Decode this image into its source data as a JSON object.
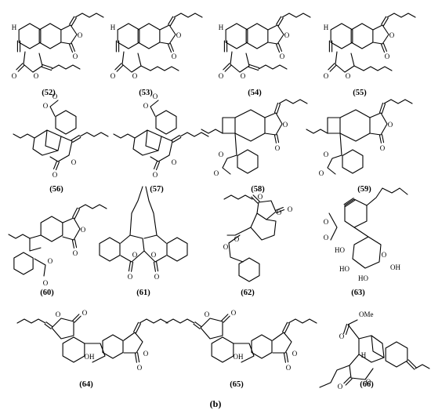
{
  "figure": {
    "panel_label": "(b)",
    "atom_symbols": {
      "oxygen": "O",
      "hydrogen": "H",
      "hydroxyl": "OH",
      "hydroxyl_left": "HO",
      "methoxy": "OMe"
    },
    "compounds": [
      {
        "label": "(52)"
      },
      {
        "label": "(53)"
      },
      {
        "label": "(54)"
      },
      {
        "label": "(55)"
      },
      {
        "label": "(56)"
      },
      {
        "label": "(57)"
      },
      {
        "label": "(58)"
      },
      {
        "label": "(59)"
      },
      {
        "label": "(60)"
      },
      {
        "label": "(61)"
      },
      {
        "label": "(62)"
      },
      {
        "label": "(63)"
      },
      {
        "label": "(64)"
      },
      {
        "label": "(65)"
      },
      {
        "label": "(66)"
      }
    ]
  }
}
